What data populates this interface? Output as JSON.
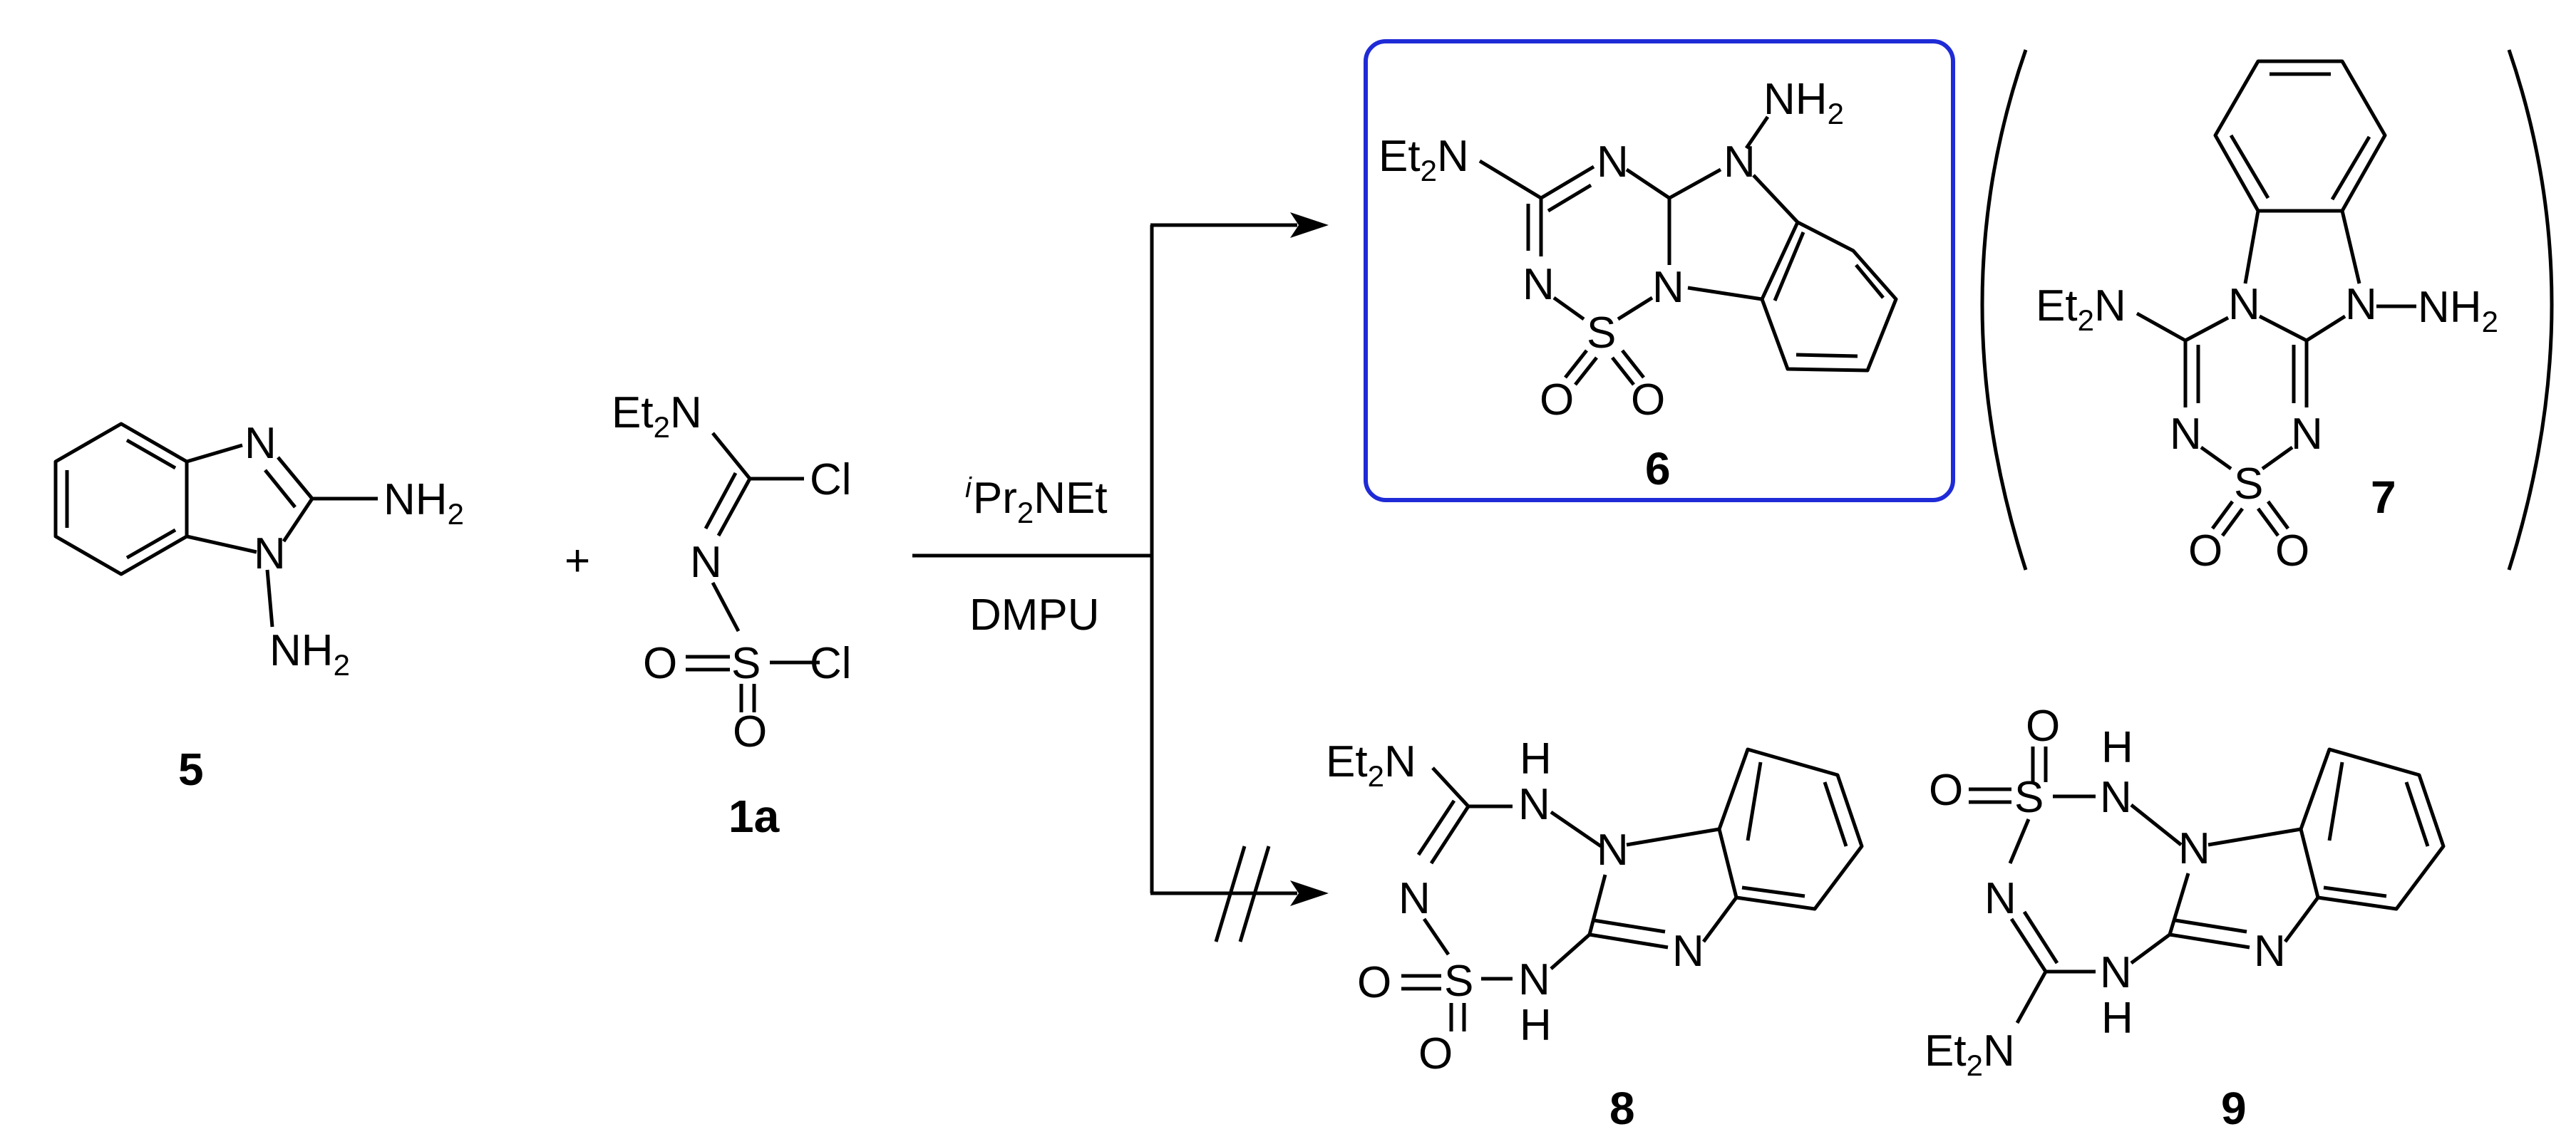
{
  "reagents": {
    "base_prefix": "i",
    "base_main": "Pr",
    "base_sub": "2",
    "base_rest": "NEt",
    "solvent": "DMPU"
  },
  "compounds": {
    "c5": "5",
    "c1a": "1a",
    "c6": "6",
    "c7": "7",
    "c8": "8",
    "c9": "9"
  },
  "atoms": {
    "N": "N",
    "NH": "NH",
    "H": "H",
    "S": "S",
    "O": "O",
    "Cl": "Cl",
    "Et": "Et",
    "two": "2",
    "plus": "+"
  },
  "colors": {
    "highlight_box": "#1f2bd6",
    "ink": "#000000"
  }
}
